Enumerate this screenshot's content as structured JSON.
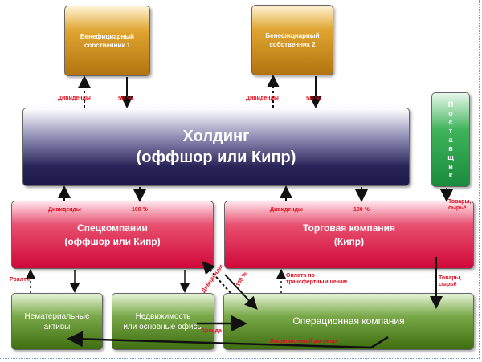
{
  "boxes": {
    "owner1": "Бенефициарный собственник 1",
    "owner2": "Бенефициарный собственник 2",
    "holding_line1": "Холдинг",
    "holding_line2": "(оффшор или Кипр)",
    "supplier": "Поставщик",
    "spec_line1": "Спецкомпании",
    "spec_line2": "(оффшор или Кипр)",
    "trading_line1": "Торговая компания",
    "trading_line2": "(Кипр)",
    "intangible_line1": "Нематериальные",
    "intangible_line2": "активы",
    "realty_line1": "Недвижимость",
    "realty_line2": "или основные офисы",
    "operating": "Операционная компания"
  },
  "labels": {
    "dividends": "Дивиденды",
    "share_50": "50 %",
    "share_100": "100 %",
    "goods": "Товары, сырьё",
    "royalty": "Роялти",
    "transfer_payment": "Оплата по трансфертным ценам",
    "rent": "Аренда",
    "license": "Лицензионный договор"
  },
  "colors": {
    "label": "#e01020"
  }
}
